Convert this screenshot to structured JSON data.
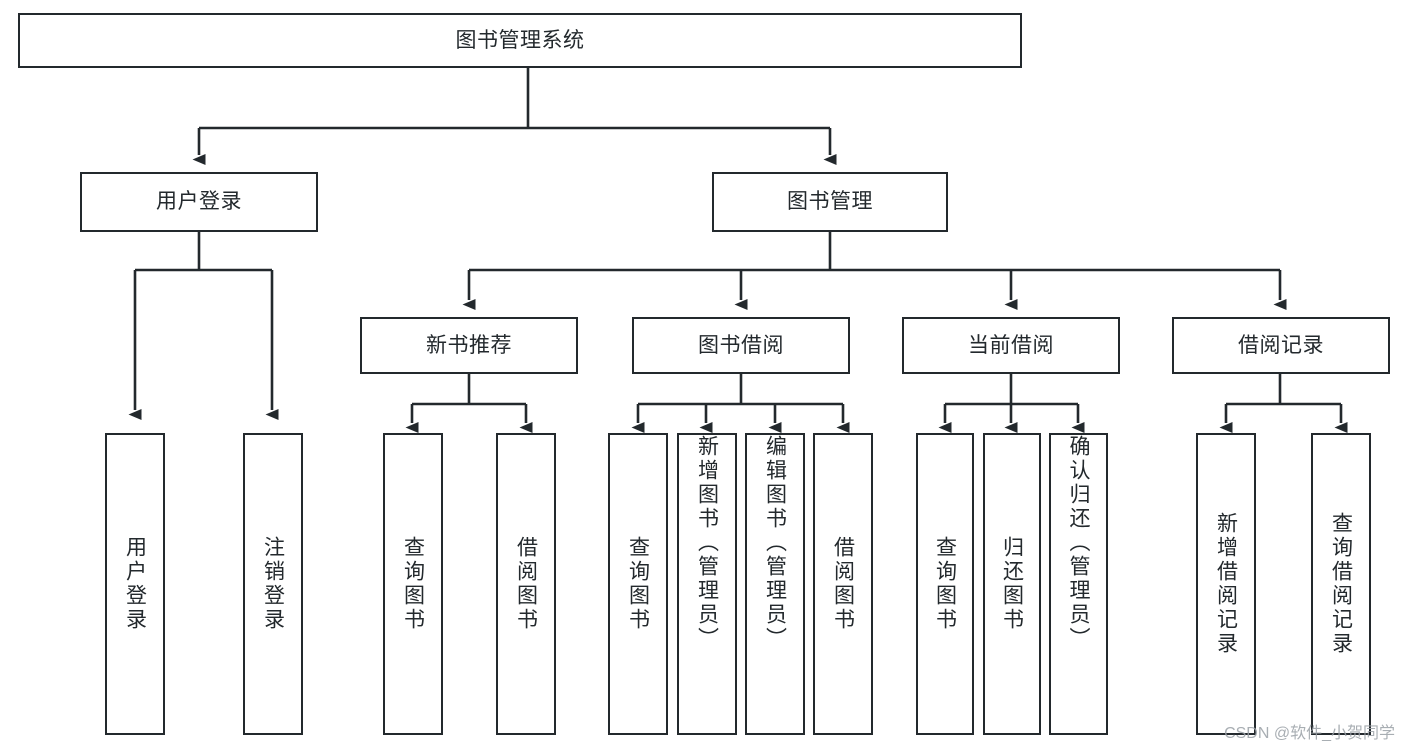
{
  "diagram": {
    "type": "tree-hierarchy-diagram",
    "title": "图书管理系统",
    "line_color": "#23292d",
    "text_color": "#23292d",
    "background_color": "#ffffff",
    "root": {
      "id": "root",
      "label": "图书管理系统"
    },
    "level2": [
      {
        "id": "user-login",
        "label": "用户登录"
      },
      {
        "id": "book-management",
        "label": "图书管理"
      }
    ],
    "level3": [
      {
        "id": "new-book-recommend",
        "label": "新书推荐"
      },
      {
        "id": "book-borrow",
        "label": "图书借阅"
      },
      {
        "id": "current-borrow",
        "label": "当前借阅"
      },
      {
        "id": "borrow-record",
        "label": "借阅记录"
      }
    ],
    "leaves": {
      "user_login": [
        {
          "id": "leaf-user-login",
          "label": "用户登录"
        },
        {
          "id": "leaf-logout-login",
          "label": "注销登录"
        }
      ],
      "new_book_recommend": [
        {
          "id": "leaf-query-book-1",
          "label": "查询图书"
        },
        {
          "id": "leaf-borrow-book-1",
          "label": "借阅图书"
        }
      ],
      "book_borrow": [
        {
          "id": "leaf-query-book-2",
          "label": "查询图书"
        },
        {
          "id": "leaf-add-book-admin",
          "label": "新增图书（管理员）"
        },
        {
          "id": "leaf-edit-book-admin",
          "label": "编辑图书（管理员）"
        },
        {
          "id": "leaf-borrow-book-2",
          "label": "借阅图书"
        }
      ],
      "current_borrow": [
        {
          "id": "leaf-query-book-3",
          "label": "查询图书"
        },
        {
          "id": "leaf-return-book",
          "label": "归还图书"
        },
        {
          "id": "leaf-confirm-return-admin",
          "label": "确认归还（管理员）"
        }
      ],
      "borrow_record": [
        {
          "id": "leaf-add-borrow-record",
          "label": "新增借阅记录"
        },
        {
          "id": "leaf-query-borrow-record",
          "label": "查询借阅记录"
        }
      ]
    }
  },
  "watermark": {
    "text": "CSDN @软件_小贺同学"
  }
}
